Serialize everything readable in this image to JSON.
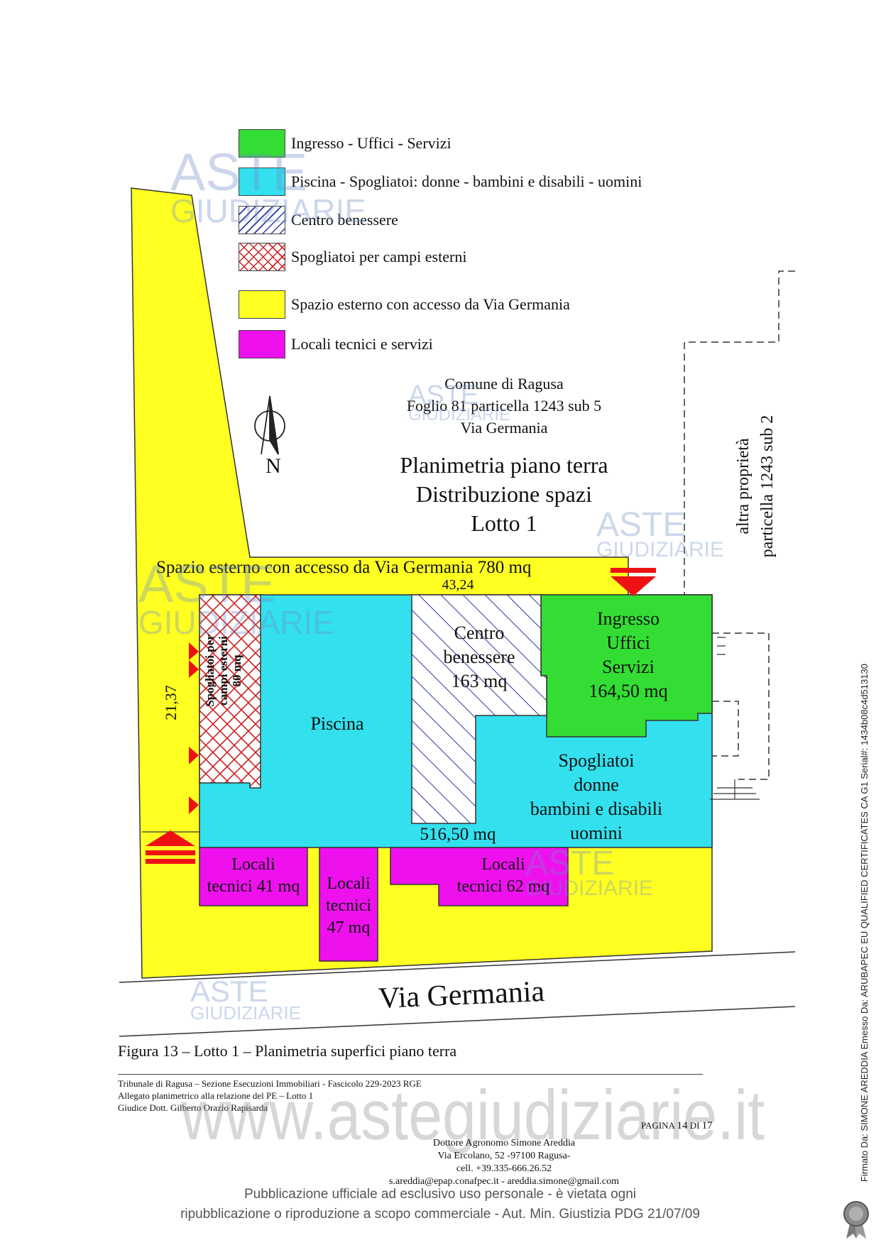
{
  "legend": [
    {
      "label": "Ingresso - Uffici - Servizi",
      "color": "#33dd33",
      "pattern": "solid"
    },
    {
      "label": "Piscina - Spogliatoi: donne - bambini e disabili - uomini",
      "color": "#33e0ee",
      "pattern": "solid"
    },
    {
      "label": "Centro benessere",
      "color": "#ffffff",
      "pattern": "diagonal-lines"
    },
    {
      "label": "Spogliatoi per campi esterni",
      "color": "#ffffff",
      "pattern": "crosshatch"
    },
    {
      "label": "Spazio esterno con accesso da Via Germania",
      "color": "#ffff22",
      "pattern": "solid"
    },
    {
      "label": "Locali tecnici e servizi",
      "color": "#ee11ee",
      "pattern": "solid"
    }
  ],
  "location": {
    "line1": "Comune di Ragusa",
    "line2": "Foglio 81 particella 1243 sub 5",
    "line3": "Via Germania"
  },
  "plan_title": {
    "line1": "Planimetria piano terra",
    "line2": "Distribuzione spazi",
    "line3": "Lotto 1"
  },
  "compass": {
    "label": "N"
  },
  "neighbor": {
    "line1": "altra proprietà",
    "line2": "particella 1243 sub 2"
  },
  "areas": {
    "external_space": "Spazio esterno con accesso da Via Germania 780 mq",
    "dim_width": "43,24",
    "dim_height": "21,37",
    "spogliatoi_esterni": {
      "line1": "Spogliatoi per",
      "line2": "campi esterni",
      "line3": "80 mq"
    },
    "piscina": "Piscina",
    "piscina_area": "516,50 mq",
    "centro": {
      "line1": "Centro",
      "line2": "benessere",
      "line3": "163 mq"
    },
    "ingresso": {
      "line1": "Ingresso",
      "line2": "Uffici",
      "line3": "Servizi",
      "line4": "164,50 mq"
    },
    "spogliatoi": {
      "line1": "Spogliatoi",
      "line2": "donne",
      "line3": "bambini e disabili",
      "line4": "uomini"
    },
    "locali41": {
      "line1": "Locali",
      "line2": "tecnici 41 mq"
    },
    "locali47": {
      "line1": "Locali",
      "line2": "tecnici",
      "line3": "47 mq"
    },
    "locali62": {
      "line1": "Locali",
      "line2": "tecnici 62 mq"
    }
  },
  "street": "Via Germania",
  "caption": "Figura 13 – Lotto 1 – Planimetria superfici piano terra",
  "footer": {
    "line1": "Tribunale di Ragusa – Sezione Esecuzioni Immobiliari - Fascicolo 229-2023 RGE",
    "line2": "Allegato planimetrico alla relazione del PE – Lotto 1",
    "line3": "Giudice Dott. Gilberto Orazio Rapisarda",
    "page_prefix": "PAGINA",
    "page_num": "14",
    "page_of": "DI",
    "page_total": "17",
    "author": "Dottore Agronomo Simone Areddia",
    "address": "Via Ercolano, 52 -97100 Ragusa-",
    "phone": "cell. +39.335-666.26.52",
    "emails": "s.areddia@epap.conafpec.it  - areddia.simone@gmail.com"
  },
  "watermark": {
    "brand_top": "ASTE",
    "brand_bottom": "GIUDIZIARIE",
    "site": "www.astegiudiziarie.it",
    "notice_line1": "Pubblicazione ufficiale ad esclusivo uso personale - è vietata ogni",
    "notice_line2": "ripubblicazione o riproduzione a scopo commerciale - Aut. Min. Giustizia PDG 21/07/09"
  },
  "signature": "Firmato Da: SIMONE AREDDIA Emesso Da: ARUBAPEC EU QUALIFIED CERTIFICATES CA G1 Serial#: 1434b08c4d513130"
}
